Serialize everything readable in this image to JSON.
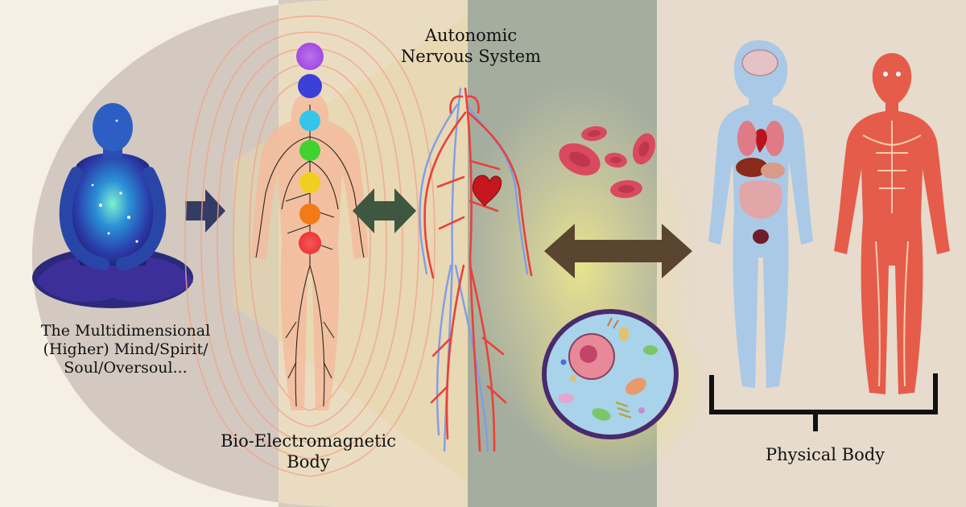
{
  "labels": {
    "mind": [
      "The Multidimensional",
      "(Higher) Mind/Spirit/",
      "Soul/Oversoul..."
    ],
    "autonomic": [
      "Autonomic",
      "Nervous System"
    ],
    "bio_em": [
      "Bio-Electromagnetic",
      "Body"
    ],
    "physical": [
      "Physical Body"
    ]
  },
  "chakra_colors": [
    "#9d3fe0",
    "#3b3fd8",
    "#34c6ea",
    "#40d330",
    "#f0cf1e",
    "#f27a17",
    "#ee2727"
  ],
  "arrow_colors": {
    "mind_to_field": "#343c63",
    "field_to_nervous": "#3f5740",
    "nervous_to_physical": "#5a4630"
  },
  "icons": [
    "meditating-figure-icon",
    "chakra-body-icon",
    "vascular-system-icon",
    "red-blood-cells-icon",
    "cell-icon",
    "organs-body-icon",
    "muscle-body-icon"
  ]
}
